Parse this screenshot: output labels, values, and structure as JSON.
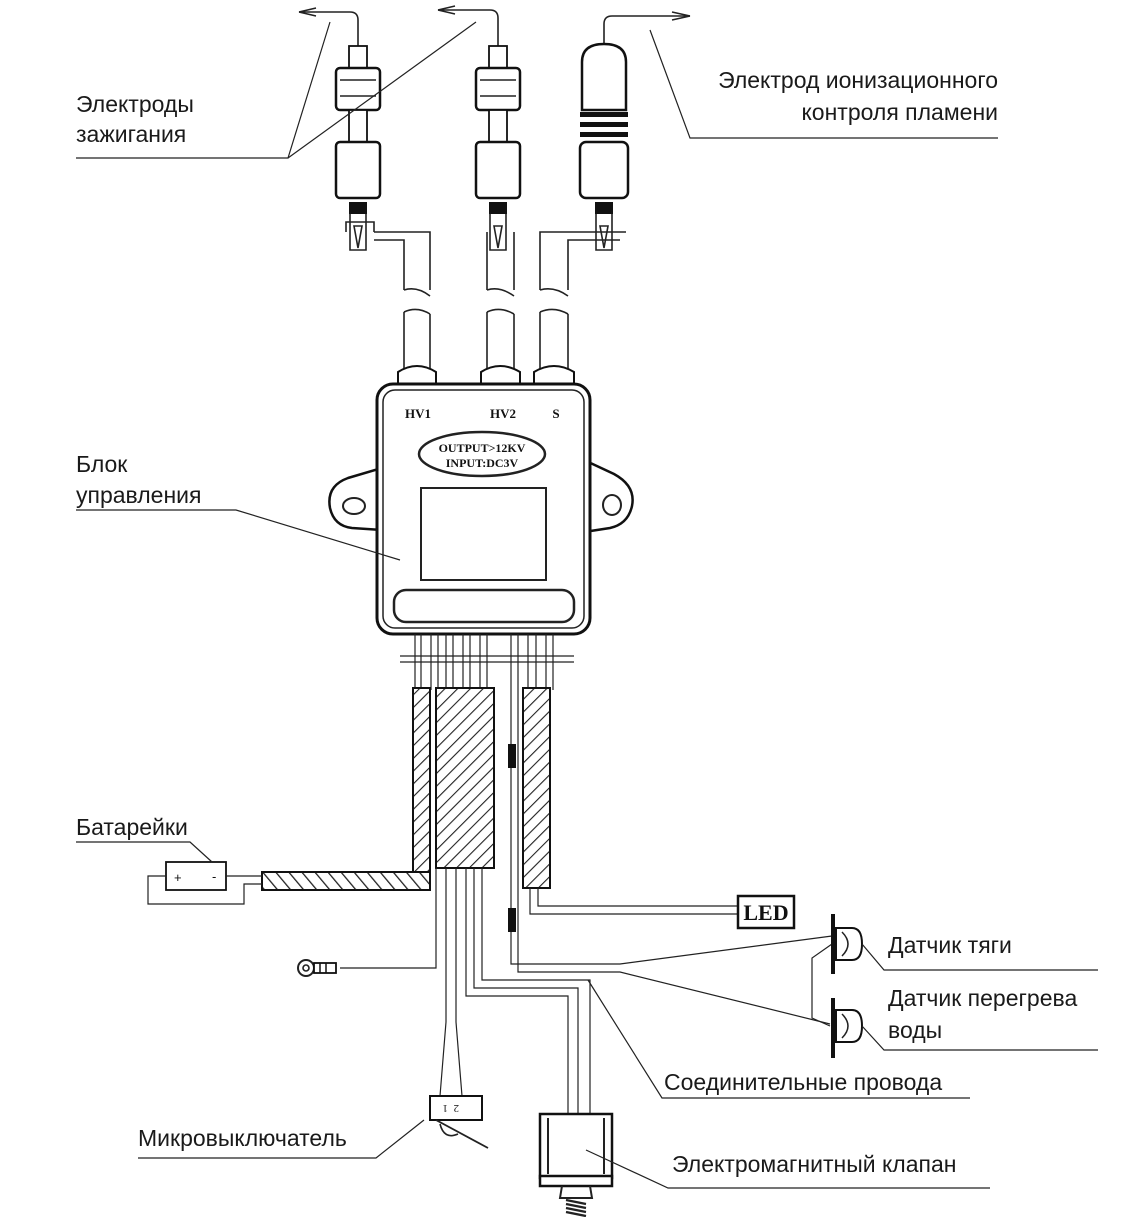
{
  "labels": {
    "ignition_electrodes": [
      "Электроды",
      "зажигания"
    ],
    "flame_electrode": [
      "Электрод ионизационного",
      "контроля пламени"
    ],
    "control_unit": [
      "Блок",
      "управления"
    ],
    "batteries": "Батарейки",
    "draft_sensor": "Датчик тяги",
    "overheat_sensor": [
      "Датчик перегрева",
      "воды"
    ],
    "connecting_wires": "Соединительные провода",
    "microswitch": "Микровыключатель",
    "solenoid_valve": "Электромагнитный клапан"
  },
  "unit": {
    "terminals": [
      "HV1",
      "HV2",
      "S"
    ],
    "output": "OUTPUT>12KV",
    "input": "INPUT:DC3V"
  },
  "led": "LED",
  "battery_polarity": [
    "+",
    "-"
  ],
  "switch_pins": [
    "1",
    "2"
  ]
}
